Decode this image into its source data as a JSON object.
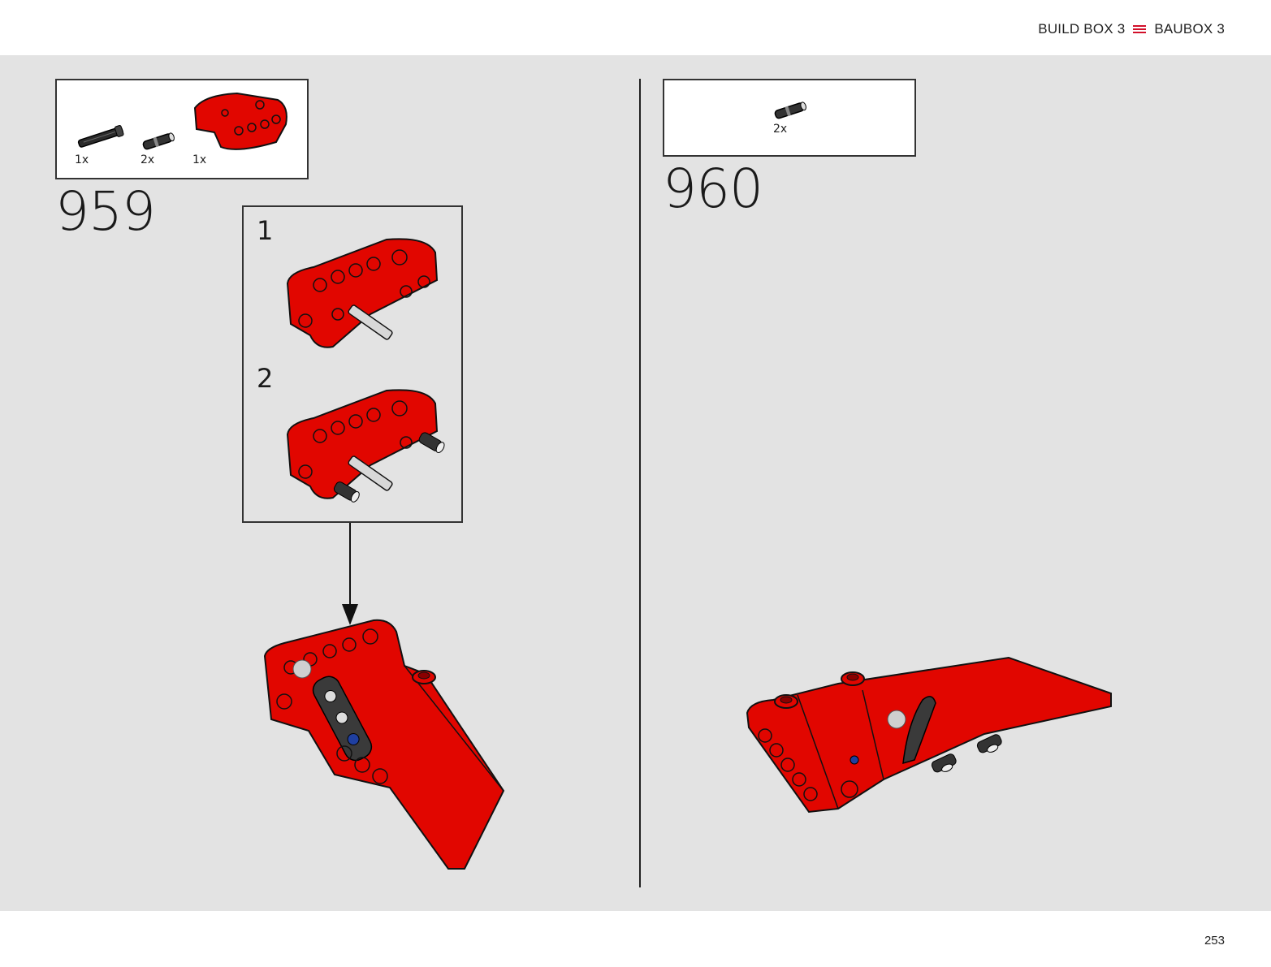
{
  "header": {
    "left_label": "BUILD BOX 3",
    "right_label": "BAUBOX 3"
  },
  "steps": [
    {
      "number": "959",
      "parts": [
        {
          "qty": "1x",
          "icon": "axle-pin-icon"
        },
        {
          "qty": "2x",
          "icon": "connector-pin-icon"
        },
        {
          "qty": "1x",
          "icon": "red-beam-block-icon"
        }
      ],
      "substeps": [
        {
          "label": "1"
        },
        {
          "label": "2"
        }
      ]
    },
    {
      "number": "960",
      "parts": [
        {
          "qty": "2x",
          "icon": "connector-pin-icon"
        }
      ]
    }
  ],
  "footer": {
    "page_number": "253"
  },
  "colors": {
    "brick_red": "#e10600",
    "accent": "#d2102a",
    "background": "#e3e3e3"
  }
}
